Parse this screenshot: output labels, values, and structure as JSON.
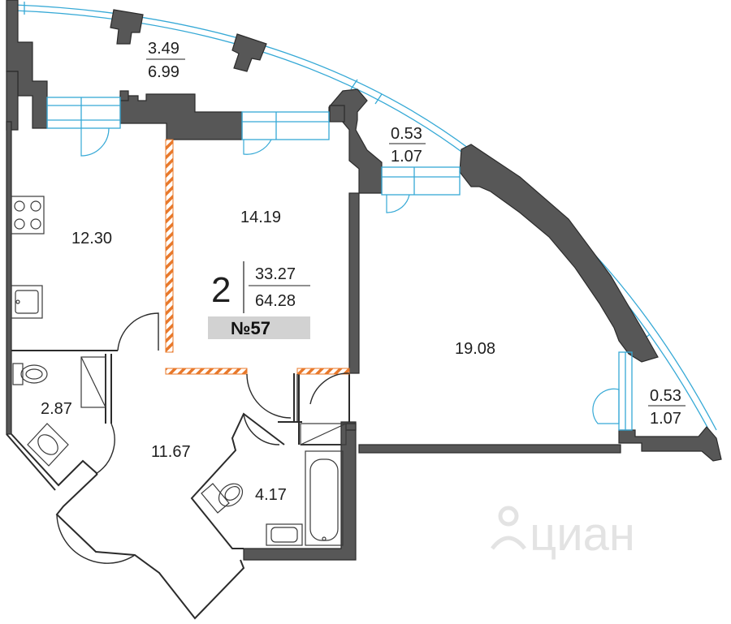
{
  "colors": {
    "wall": "#575757",
    "wall_outline": "#2b2b2b",
    "glass": "#36a9d6",
    "door": "#36a9d6",
    "hatch": "#e8782a",
    "badge_bg": "#d2d2d2",
    "fixture": "#3a3a3a"
  },
  "rooms": [
    {
      "id": "balcony",
      "area": "3.49",
      "sub_area": "6.99"
    },
    {
      "id": "kitchen",
      "area": "12.30"
    },
    {
      "id": "living",
      "area": "14.19"
    },
    {
      "id": "loggia-top",
      "area": "0.53",
      "sub_area": "1.07"
    },
    {
      "id": "bedroom",
      "area": "19.08"
    },
    {
      "id": "loggia-right",
      "area": "0.53",
      "sub_area": "1.07"
    },
    {
      "id": "wc",
      "area": "2.87"
    },
    {
      "id": "hall",
      "area": "11.67"
    },
    {
      "id": "bathroom",
      "area": "4.17"
    }
  ],
  "summary": {
    "rooms_count": "2",
    "living_area": "33.27",
    "total_area": "64.28",
    "apartment_number": "№57"
  },
  "watermark": {
    "text": "циан",
    "icon": "cian-logo-icon"
  }
}
